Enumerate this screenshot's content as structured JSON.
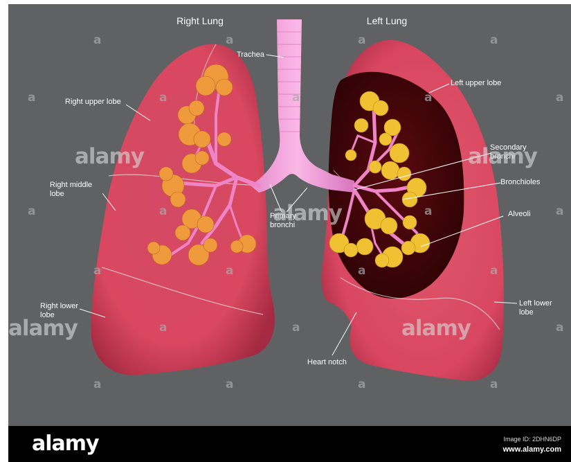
{
  "diagram": {
    "titles": {
      "right_lung": "Right Lung",
      "left_lung": "Left Lung"
    },
    "labels": {
      "trachea": "Trachea",
      "right_upper_lobe": "Right upper lobe",
      "right_middle_lobe_1": "Right middle",
      "right_middle_lobe_2": "lobe",
      "right_lower_lobe_1": "Right lower",
      "right_lower_lobe_2": "lobe",
      "left_upper_lobe": "Left upper lobe",
      "secondary_bronchi_1": "Secondary",
      "secondary_bronchi_2": "bronchi",
      "bronchioles": "Bronchioles",
      "alveoli": "Alveoli",
      "primary_bronchi_1": "Primary",
      "primary_bronchi_2": "bronchi",
      "left_lower_lobe_1": "Left lower",
      "left_lower_lobe_2": "lobe",
      "heart_notch": "Heart notch"
    },
    "colors": {
      "background": "#5f6163",
      "lung": "#e0475f",
      "trachea": "#f08fd0",
      "alveoli_right": "#f09a3e",
      "alveoli_left": "#f0c233",
      "cavity": "#4a0508"
    }
  },
  "watermark": {
    "small_mark": "a",
    "big_mark": "alamy"
  },
  "footer": {
    "logo": "alamy",
    "image_id": "Image ID: 2DHN6DP",
    "url": "www.alamy.com"
  }
}
